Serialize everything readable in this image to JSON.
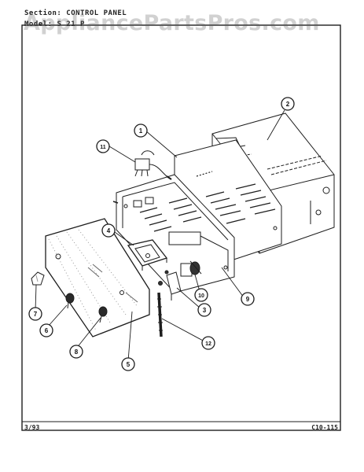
{
  "header": {
    "section_label": "Section:",
    "section_value": "CONTROL PANEL",
    "model_label": "Model:",
    "model_value": "S 21 P"
  },
  "watermark": "AppliancePartsPros.com",
  "footer": {
    "date_code": "3/93",
    "page_code": "C10-115"
  },
  "callouts": [
    "1",
    "2",
    "3",
    "4",
    "5",
    "6",
    "7",
    "8",
    "9",
    "10",
    "11",
    "12"
  ]
}
